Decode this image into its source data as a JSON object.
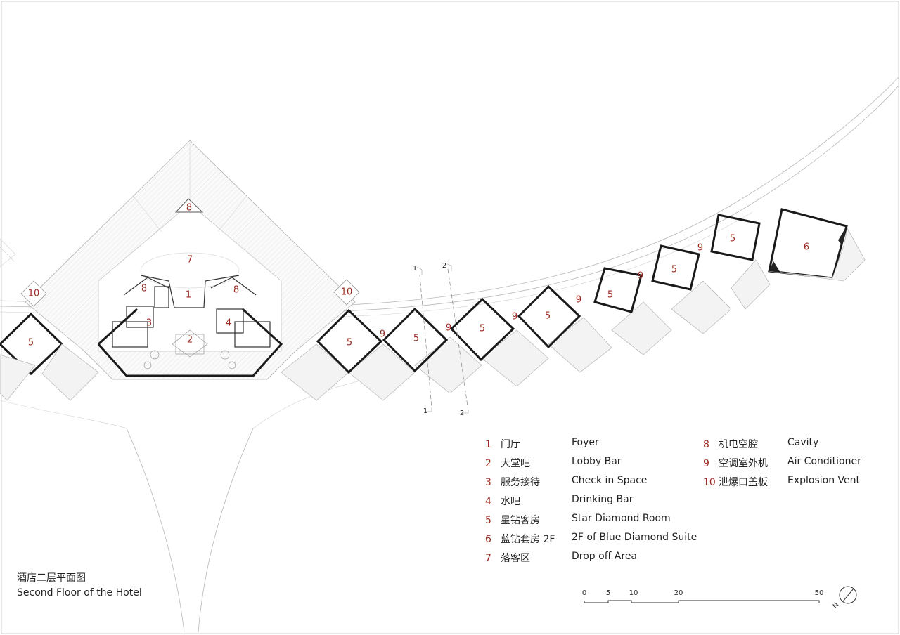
{
  "title": {
    "cn": "酒店二层平面图",
    "en": "Second Floor of the Hotel"
  },
  "legend": [
    {
      "num": "1",
      "cn": "门厅",
      "en": "Foyer"
    },
    {
      "num": "2",
      "cn": "大堂吧",
      "en": "Lobby Bar"
    },
    {
      "num": "3",
      "cn": "服务接待",
      "en": "Check in Space"
    },
    {
      "num": "4",
      "cn": "水吧",
      "en": "Drinking Bar"
    },
    {
      "num": "5",
      "cn": "星钻客房",
      "en": "Star Diamond Room"
    },
    {
      "num": "6",
      "cn": "蓝钻套房 2F",
      "en": "2F of Blue Diamond Suite"
    },
    {
      "num": "7",
      "cn": "落客区",
      "en": "Drop off Area"
    },
    {
      "num": "8",
      "cn": "机电空腔",
      "en": "Cavity"
    },
    {
      "num": "9",
      "cn": "空调室外机",
      "en": "Air Conditioner"
    },
    {
      "num": "10",
      "cn": "泄爆口盖板",
      "en": "Explosion Vent"
    }
  ],
  "plan_labels": {
    "foyer": "1",
    "lobby_bar": "2",
    "check_in": "3",
    "drinking_bar": "4",
    "star_room": "5",
    "suite": "6",
    "drop_off": "7",
    "cavity": "8",
    "air_conditioner": "9",
    "explosion_vent": "10"
  },
  "section_marks": {
    "a": "1",
    "b": "2"
  },
  "scale_bar": {
    "ticks": [
      "0",
      "5",
      "10",
      "20",
      "50"
    ]
  },
  "north": {
    "label": "N"
  }
}
